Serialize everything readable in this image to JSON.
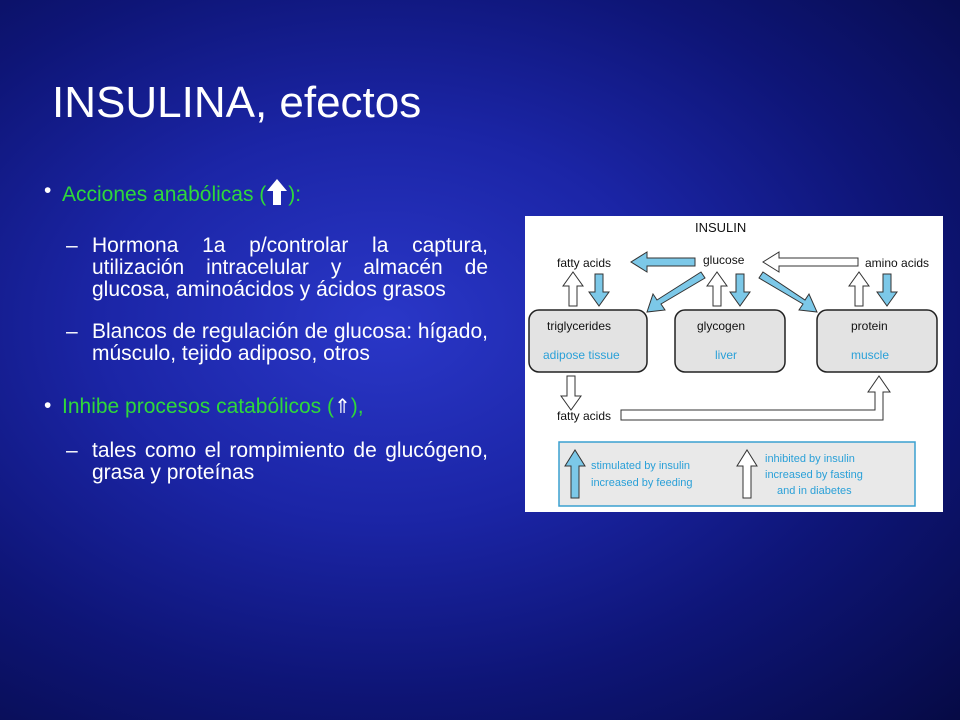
{
  "slide": {
    "title": "INSULINA, efectos",
    "bullets": [
      {
        "text_before": "Acciones anabólicas (",
        "text_after": "):",
        "arrow": "up-arrow-solid-icon",
        "subitems": [
          "Hormona 1a p/controlar la captura, utilización intracelular y almacén de glucosa, aminoácidos y ácidos grasos",
          "Blancos de regulación de glucosa: hígado, músculo, tejido adiposo, otros"
        ]
      },
      {
        "text_before": "Inhibe procesos catabólicos (",
        "text_after": "),",
        "arrow": "up-arrow-open-icon",
        "subitems": [
          "tales como el rompimiento de glucógeno, grasa y proteínas"
        ]
      }
    ],
    "dash": "–",
    "bullet_char": "•",
    "open_arrow_glyph": "⇑"
  },
  "diagram": {
    "header": "INSULIN",
    "fatty_acids_top": "fatty acids",
    "glucose": "glucose",
    "amino_acids": "amino acids",
    "boxes": [
      {
        "name": "triglycerides",
        "tissue": "adipose tissue"
      },
      {
        "name": "glycogen",
        "tissue": "liver"
      },
      {
        "name": "protein",
        "tissue": "muscle"
      }
    ],
    "fatty_acids_bottom": "fatty acids",
    "legend": {
      "stimulated": [
        "stimulated by insulin",
        "increased by feeding"
      ],
      "inhibited": [
        "inhibited by insulin",
        "increased by fasting",
        "and in diabetes"
      ]
    },
    "colors": {
      "box_fill": "#e3e3e3",
      "tissue_text": "#2aa0d8",
      "arrow_fill": "#7cc8e8",
      "legend_border": "#3aa0d0"
    }
  },
  "colors": {
    "title": "#ffffff",
    "bullet_text": "#2fd83a",
    "sub_text": "#ffffff",
    "background": "#1b25a6"
  }
}
